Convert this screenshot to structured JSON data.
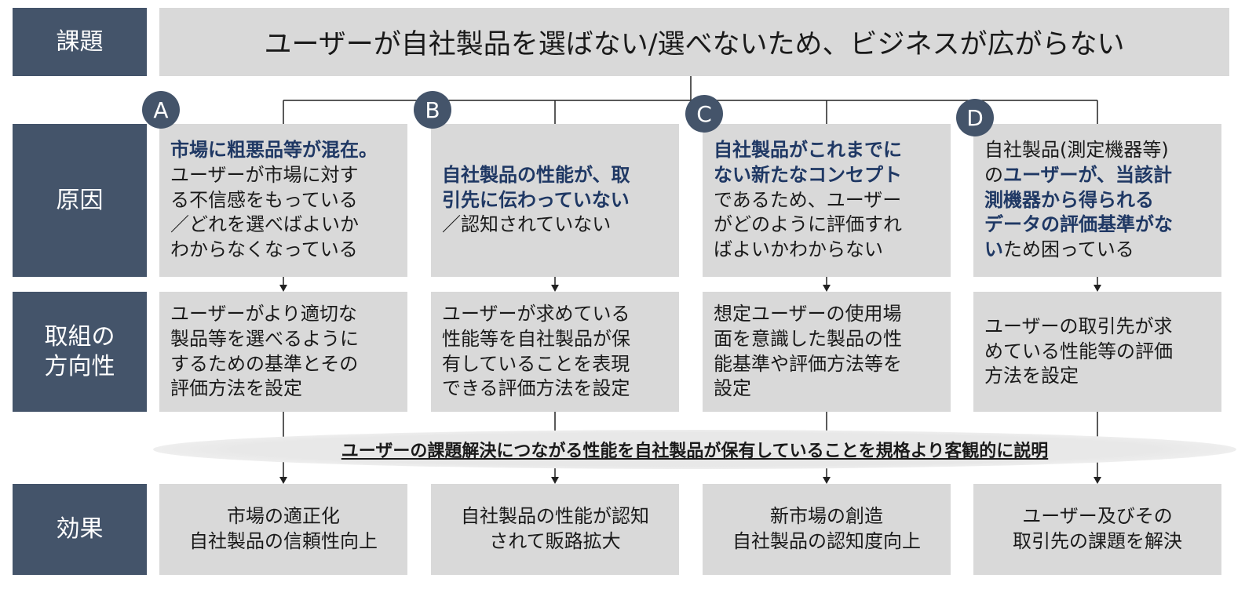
{
  "labels": {
    "issue": "課題",
    "cause": "原因",
    "approach": "取組の\n方向性",
    "effect": "効果"
  },
  "issue_text": "ユーザーが自社製品を選ばない/選べないため、ビジネスが広がらない",
  "summary": "ユーザーの課題解決につながる性能を自社製品が保有していることを規格より客観的に説明",
  "columns": [
    {
      "id": "A",
      "cause": [
        [
          {
            "text": "市場に粗悪品等が混在。",
            "emph": true
          }
        ],
        [
          {
            "text": "ユーザーが市場に対す"
          }
        ],
        [
          {
            "text": "る不信感をもっている"
          }
        ],
        [
          {
            "text": "／どれを選べばよいか"
          }
        ],
        [
          {
            "text": "わからなくなっている"
          }
        ]
      ],
      "approach": [
        "ユーザーがより適切な",
        "製品等を選べるように",
        "するための基準とその",
        "評価方法を設定"
      ],
      "effect": [
        "市場の適正化",
        "自社製品の信頼性向上"
      ]
    },
    {
      "id": "B",
      "cause": [
        [
          {
            "text": "自社製品の性能が、取",
            "emph": true
          }
        ],
        [
          {
            "text": "引先に伝わっていない",
            "emph": true
          }
        ],
        [
          {
            "text": "／認知されていない"
          }
        ]
      ],
      "approach": [
        "ユーザーが求めている",
        "性能等を自社製品が保",
        "有していることを表現",
        "できる評価方法を設定"
      ],
      "effect": [
        "自社製品の性能が認知",
        "されて販路拡大"
      ]
    },
    {
      "id": "C",
      "cause": [
        [
          {
            "text": "自社製品がこれまでに",
            "emph": true
          }
        ],
        [
          {
            "text": "ない新たなコンセプト",
            "emph": true
          }
        ],
        [
          {
            "text": "であるため、ユーザー"
          }
        ],
        [
          {
            "text": "がどのように評価すれ"
          }
        ],
        [
          {
            "text": "ばよいかわからない"
          }
        ]
      ],
      "approach": [
        "想定ユーザーの使用場",
        "面を意識した製品の性",
        "能基準や評価方法等を",
        "設定"
      ],
      "effect": [
        "新市場の創造",
        "自社製品の認知度向上"
      ]
    },
    {
      "id": "D",
      "cause": [
        [
          {
            "text": "自社製品(測定機器等)"
          }
        ],
        [
          {
            "text": "の"
          },
          {
            "text": "ユーザーが、当該計",
            "emph": true
          }
        ],
        [
          {
            "text": "測機器から得られる",
            "emph": true
          }
        ],
        [
          {
            "text": "データの評価基準がな",
            "emph": true
          }
        ],
        [
          {
            "text": "い",
            "emph": true
          },
          {
            "text": "ため困っている"
          }
        ]
      ],
      "approach": [
        "ユーザーの取引先が求",
        "めている性能等の評価",
        "方法を設定"
      ],
      "effect": [
        "ユーザー及びその",
        "取引先の課題を解決"
      ]
    }
  ],
  "colors": {
    "label_bg": "#44546a",
    "box_bg": "#d9d9d9",
    "emphasis": "#1f3864"
  }
}
